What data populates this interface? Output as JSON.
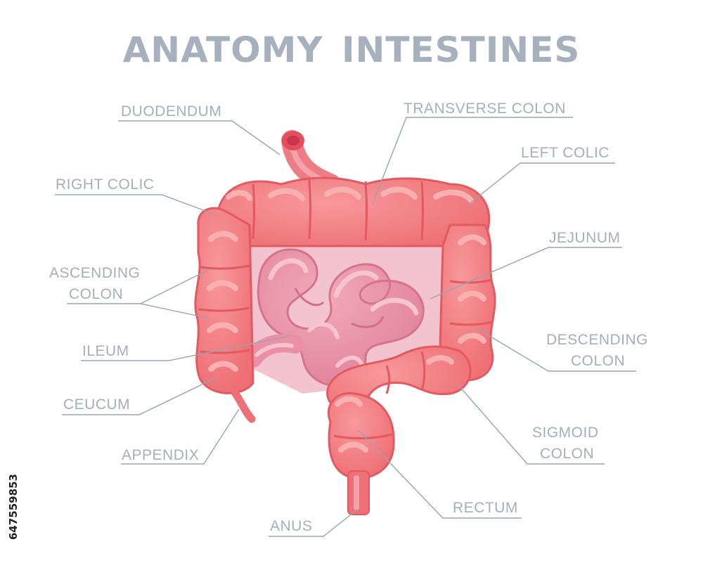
{
  "title": "ANATOMY  INTESTINES",
  "labels": {
    "duodendum": "DUODENDUM",
    "transverse_colon": "TRANSVERSE COLON",
    "left_colic": "LEFT COLIC",
    "right_colic": "RIGHT COLIC",
    "jejunum": "JEJUNUM",
    "ascending_colon_1": "ASCENDING",
    "ascending_colon_2": "COLON",
    "ileum": "ILEUM",
    "descending_colon_1": "DESCENDING",
    "descending_colon_2": "COLON",
    "ceucum": "CEUCUM",
    "appendix": "APPENDIX",
    "sigmoid_colon_1": "SIGMOID",
    "sigmoid_colon_2": "COLON",
    "rectum": "RECTUM",
    "anus": "ANUS"
  },
  "watermark": "647559853",
  "colors": {
    "label_text": "#a7aeb9",
    "leader_line": "#9aa3ae",
    "colon_fill": "#f2787d",
    "colon_dark": "#e25a60",
    "colon_highlight": "#f9b0b0",
    "small_intestine_fill": "#ea8fa6",
    "small_intestine_dark": "#cf6f8a",
    "small_intestine_highlight": "#f7c3d0",
    "cavity": "#f3c3cf"
  }
}
